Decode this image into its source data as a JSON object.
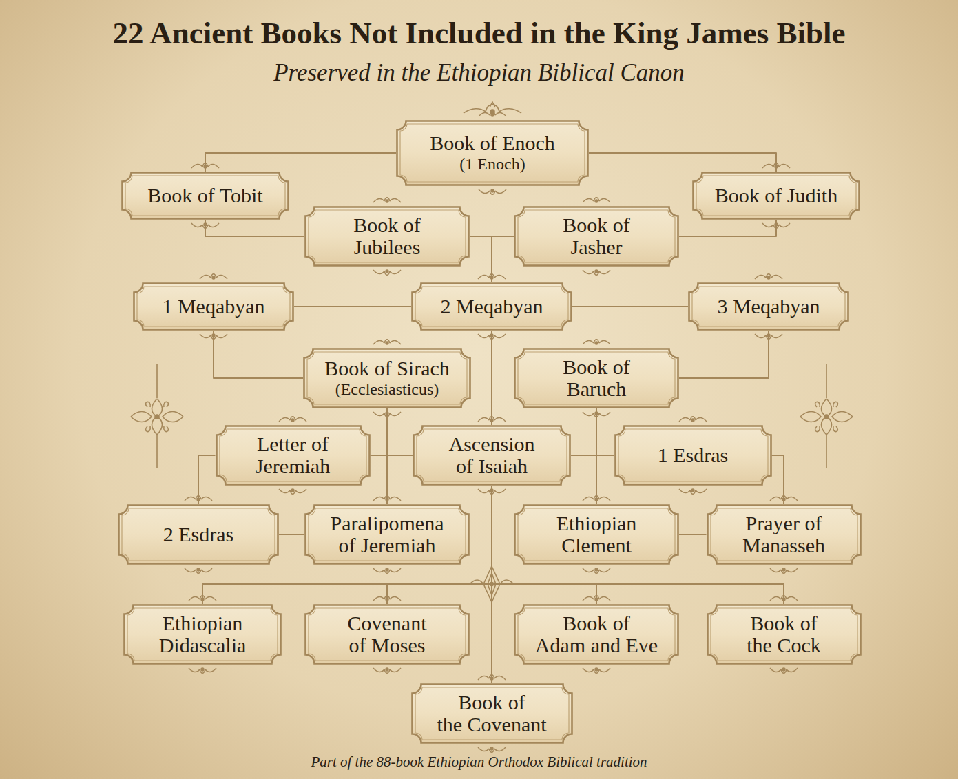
{
  "diagram": {
    "title": "22 Ancient Books Not Included in the King James Bible",
    "caption": "Part of the 88-book Ethiopian Orthodox Biblical tradition",
    "nodes": [
      {
        "text": [
          "Book of Enoch",
          "(1 Enoch)"
        ]
      },
      {
        "text": [
          "Book of Tobit"
        ]
      },
      {
        "text": [
          "Book of Judith"
        ]
      },
      {
        "text": [
          "Book of Jubilees"
        ]
      },
      {
        "text": [
          "Book of Jasher"
        ]
      },
      {
        "text": [
          "1 Meqabyan"
        ]
      },
      {
        "text": [
          "2 Meqabyan"
        ]
      },
      {
        "text": [
          "3 Meqabyan"
        ]
      },
      {
        "text": [
          "Book of Sirach",
          "(Ecclesiasticus)"
        ]
      },
      {
        "text": [
          "Book of Baruch"
        ]
      },
      {
        "text": [
          "Letter of Jeremiah"
        ]
      },
      {
        "text": [
          "Ascension of Isaiah"
        ]
      },
      {
        "text": [
          "1 Esdras"
        ]
      },
      {
        "text": [
          "2 Esdras"
        ]
      },
      {
        "text": [
          "Paralipomena of Jeremiah"
        ]
      },
      {
        "text": [
          "Ethiopian Clement"
        ]
      },
      {
        "text": [
          "Prayer of Manasseh"
        ]
      },
      {
        "text": [
          "Ethiopian Didascalia"
        ]
      },
      {
        "text": [
          "Covenant of Moses"
        ]
      },
      {
        "text": [
          "Book of Adam and Eve"
        ]
      },
      {
        "text": [
          "Book of the Cock"
        ]
      },
      {
        "text": [
          "Book of the Covenant"
        ]
      }
    ],
    "edges": [
      {
        "from": 0,
        "to": 1,
        "arrow": "none"
      },
      {
        "from": 0,
        "to": 2,
        "arrow": "none"
      },
      {
        "from": 1,
        "to": 3,
        "arrow": "none"
      },
      {
        "from": 2,
        "to": 4,
        "arrow": "none"
      },
      {
        "from": 3,
        "to": 6,
        "arrow": "none"
      },
      {
        "from": 4,
        "to": 6,
        "arrow": "none"
      },
      {
        "from": 5,
        "to": 6,
        "arrow": "none"
      },
      {
        "from": 6,
        "to": 7,
        "arrow": "none"
      },
      {
        "from": 5,
        "to": 8,
        "arrow": "none"
      },
      {
        "from": 7,
        "to": 9,
        "arrow": "none"
      },
      {
        "from": 6,
        "to": 11,
        "arrow": "none"
      },
      {
        "from": 10,
        "to": 11,
        "arrow": "none"
      },
      {
        "from": 11,
        "to": 12,
        "arrow": "none"
      },
      {
        "from": 8,
        "to": 14,
        "arrow": "none"
      },
      {
        "from": 9,
        "to": 15,
        "arrow": "none"
      },
      {
        "from": 10,
        "to": 13,
        "arrow": "none"
      },
      {
        "from": 12,
        "to": 16,
        "arrow": "none"
      },
      {
        "from": 13,
        "to": 14,
        "arrow": "none"
      },
      {
        "from": 15,
        "to": 16,
        "arrow": "none"
      },
      {
        "from": 11,
        "to": 21,
        "arrow": "none"
      },
      {
        "from": 11,
        "to": 17,
        "arrow": "none"
      },
      {
        "from": 11,
        "to": 18,
        "arrow": "none"
      },
      {
        "from": 11,
        "to": 19,
        "arrow": "none"
      },
      {
        "from": 11,
        "to": 20,
        "arrow": "none"
      }
    ],
    "labels": [
      "Preserved in the Ethiopian Biblical Canon"
    ]
  }
}
